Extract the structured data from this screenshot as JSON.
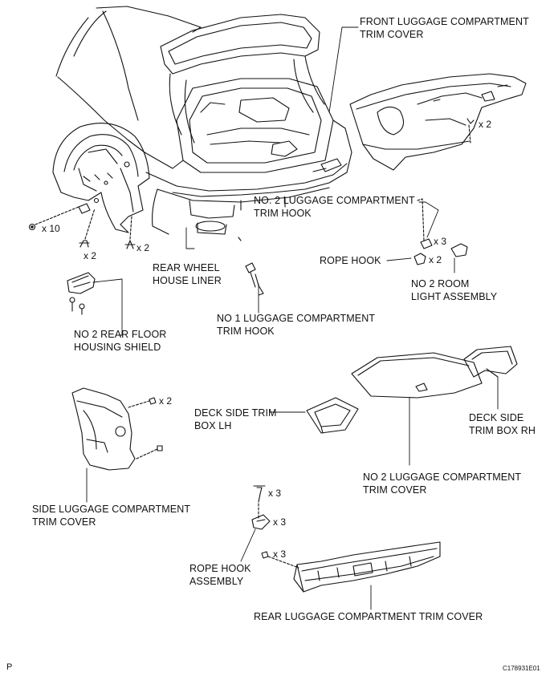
{
  "labels": {
    "front_trim_cover_1": "FRONT LUGGAGE COMPARTMENT",
    "front_trim_cover_2": "TRIM COVER",
    "no2_hook_1": "NO. 2 LUGGAGE COMPARTMENT",
    "no2_hook_2": "TRIM HOOK",
    "rope_hook": "ROPE HOOK",
    "room_light_1": "NO  2 ROOM",
    "room_light_2": "LIGHT ASSEMBLY",
    "wheel_liner_1": "REAR WHEEL",
    "wheel_liner_2": "HOUSE LINER",
    "no1_hook_1": "NO  1 LUGGAGE COMPARTMENT",
    "no1_hook_2": "TRIM HOOK",
    "floor_shield_1": "NO  2 REAR FLOOR",
    "floor_shield_2": "HOUSING SHIELD",
    "deck_lh_1": "DECK SIDE TRIM",
    "deck_lh_2": "BOX LH",
    "deck_rh_1": "DECK SIDE",
    "deck_rh_2": "TRIM BOX RH",
    "no2_cover_1": "NO  2 LUGGAGE COMPARTMENT",
    "no2_cover_2": "TRIM COVER",
    "side_cover_1": "SIDE LUGGAGE COMPARTMENT",
    "side_cover_2": "TRIM COVER",
    "rope_hook_assy_1": "ROPE HOOK",
    "rope_hook_assy_2": "ASSEMBLY",
    "rear_cover": "REAR LUGGAGE COMPARTMENT TRIM COVER"
  },
  "quantities": {
    "front_clip": "x 2",
    "liner_nut": "x 10",
    "liner_screw": "x 2",
    "liner_clip": "x 2",
    "no2_hook": "x 3",
    "rope_hook": "x 2",
    "side_clip": "x 2",
    "hook_bolt": "x 3",
    "hook_assy": "x 3",
    "rear_clip": "x 3"
  },
  "corner": {
    "page_mark": "P",
    "code": "C178931E01"
  }
}
